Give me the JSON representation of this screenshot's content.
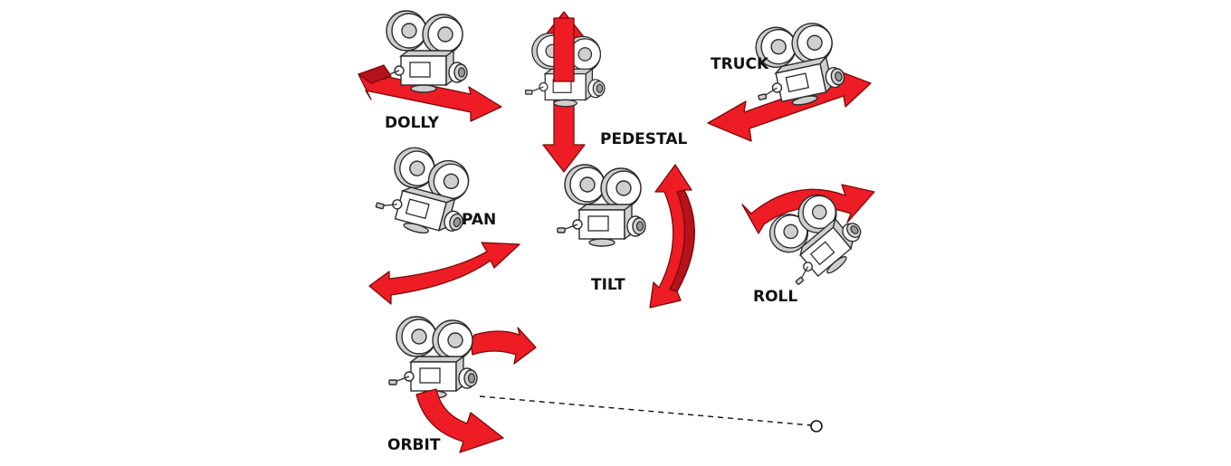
{
  "colors": {
    "arrow": "#ee1c25",
    "arrow_dark": "#b5121b",
    "camera_body": "#ffffff",
    "camera_shade": "#cfcfcf",
    "outline": "#2b2b2b",
    "text": "#111111"
  },
  "moves": [
    {
      "id": "dolly",
      "label": "DOLLY",
      "icon": "camera-icon"
    },
    {
      "id": "pedestal",
      "label": "PEDESTAL",
      "icon": "camera-icon"
    },
    {
      "id": "truck",
      "label": "TRUCK",
      "icon": "camera-icon"
    },
    {
      "id": "pan",
      "label": "PAN",
      "icon": "camera-icon"
    },
    {
      "id": "tilt",
      "label": "TILT",
      "icon": "camera-icon"
    },
    {
      "id": "roll",
      "label": "ROLL",
      "icon": "camera-icon"
    },
    {
      "id": "orbit",
      "label": "ORBIT",
      "icon": "camera-icon"
    }
  ]
}
